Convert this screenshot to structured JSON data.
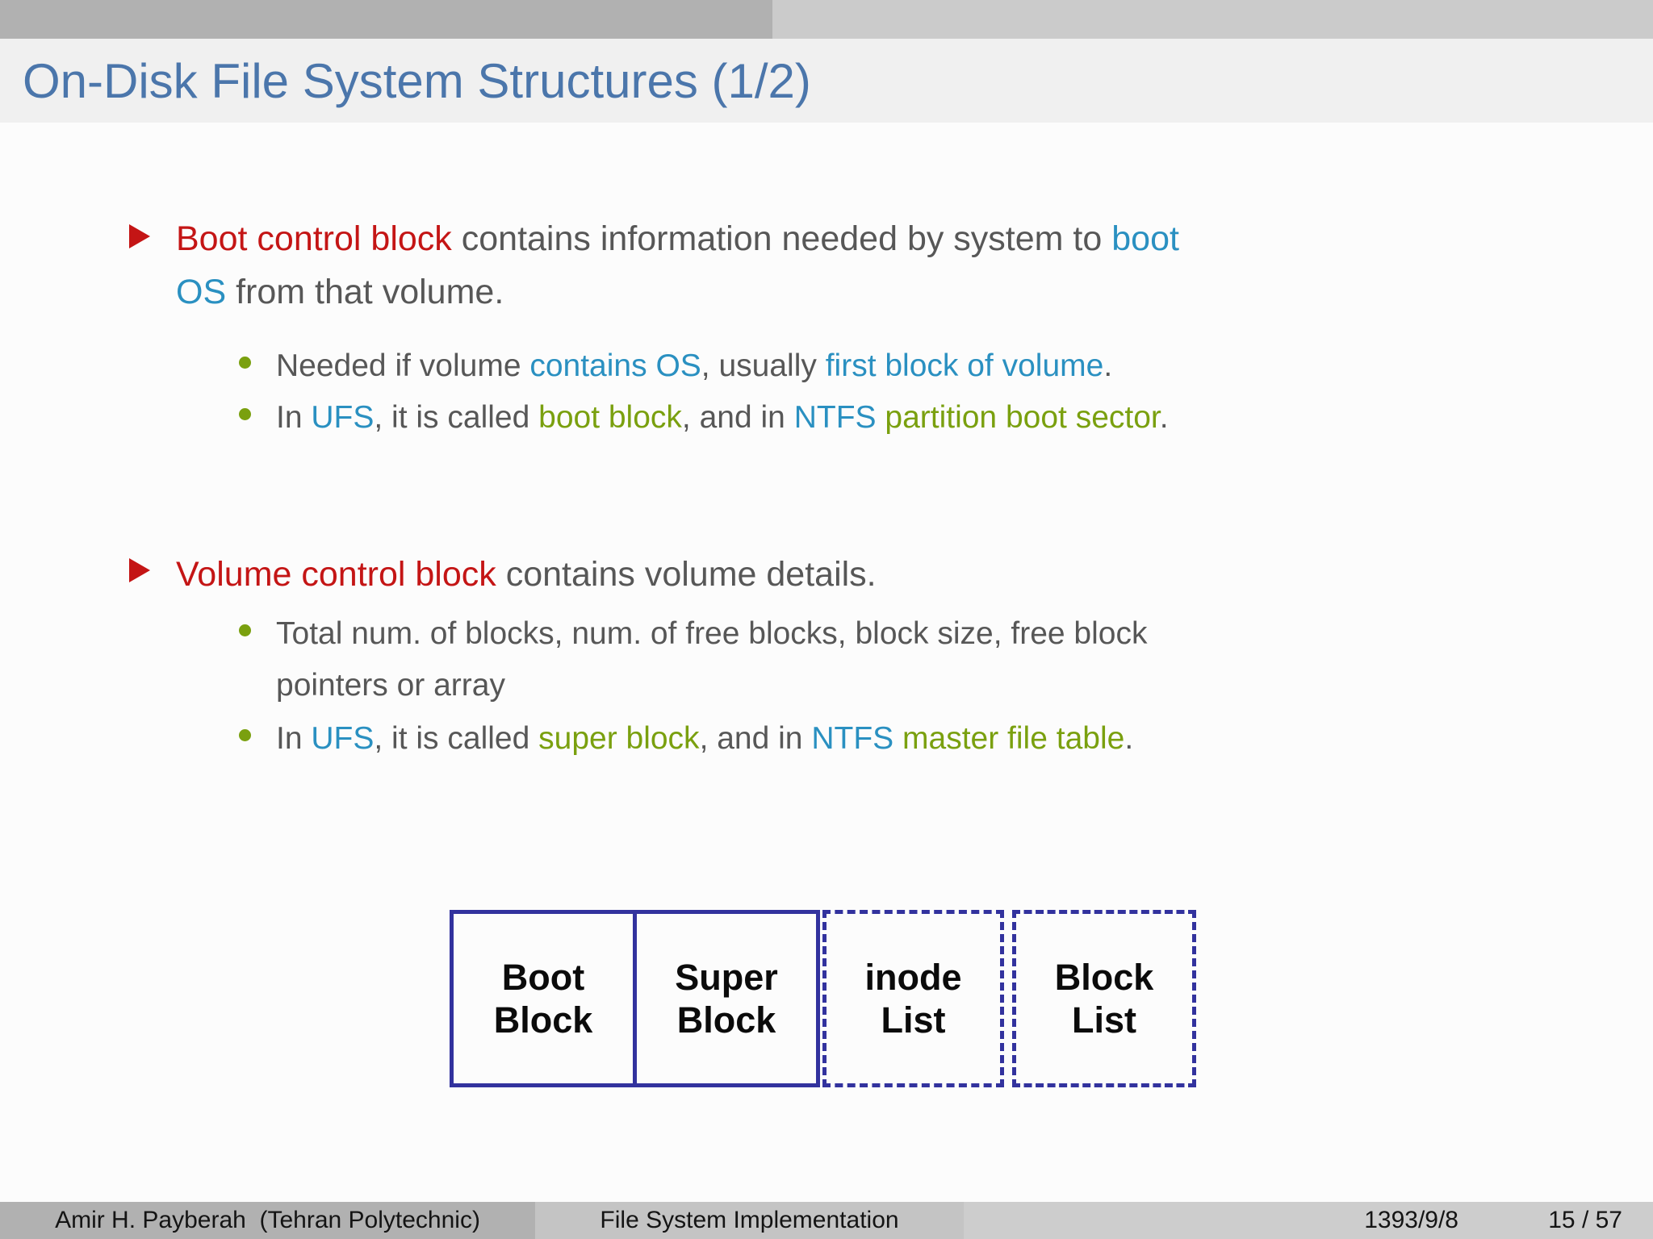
{
  "palette": {
    "title-blue": "#4b76ab",
    "alert-red": "#c41515",
    "hl-cyan": "#2a90c1",
    "hl-green": "#7aa00f",
    "body-gray": "#575757",
    "indigo": "#32329e",
    "bar-dark": "#b1b1b1",
    "bar-top-right": "#cbcbcb",
    "bar-mid": "#c4c4c4",
    "bar-light": "#cdcdcd",
    "band-bg": "#f0f0f0",
    "body-bg": "#fcfcfc",
    "footer-text": "#141414",
    "diagram-text": "#0b0b0b"
  },
  "header": {
    "title": "On-Disk File System Structures (1/2)"
  },
  "content": {
    "item1": {
      "line1": [
        {
          "t": "Boot control block",
          "c": "red"
        },
        {
          "t": " contains information needed by system to ",
          "c": "gray"
        },
        {
          "t": "boot",
          "c": "cyan"
        }
      ],
      "line2": [
        {
          "t": "OS",
          "c": "cyan"
        },
        {
          "t": " from that volume.",
          "c": "gray"
        }
      ],
      "sub1": [
        {
          "t": "Needed if volume ",
          "c": "gray"
        },
        {
          "t": "contains OS",
          "c": "cyan"
        },
        {
          "t": ", usually ",
          "c": "gray"
        },
        {
          "t": "first block of volume",
          "c": "cyan"
        },
        {
          "t": ".",
          "c": "gray"
        }
      ],
      "sub2": [
        {
          "t": "In ",
          "c": "gray"
        },
        {
          "t": "UFS",
          "c": "cyan"
        },
        {
          "t": ", it is called ",
          "c": "gray"
        },
        {
          "t": "boot block",
          "c": "green"
        },
        {
          "t": ", and in ",
          "c": "gray"
        },
        {
          "t": "NTFS",
          "c": "cyan"
        },
        {
          "t": " ",
          "c": "gray"
        },
        {
          "t": "partition boot sector",
          "c": "green"
        },
        {
          "t": ".",
          "c": "gray"
        }
      ]
    },
    "item2": {
      "line1": [
        {
          "t": "Volume control block",
          "c": "red"
        },
        {
          "t": " contains volume details.",
          "c": "gray"
        }
      ],
      "sub1_line1": [
        {
          "t": "Total num. of blocks, num. of free blocks, block size, free block",
          "c": "gray"
        }
      ],
      "sub1_line2": [
        {
          "t": "pointers or array",
          "c": "gray"
        }
      ],
      "sub2": [
        {
          "t": "In ",
          "c": "gray"
        },
        {
          "t": "UFS",
          "c": "cyan"
        },
        {
          "t": ", it is called ",
          "c": "gray"
        },
        {
          "t": "super block",
          "c": "green"
        },
        {
          "t": ", and in ",
          "c": "gray"
        },
        {
          "t": "NTFS",
          "c": "cyan"
        },
        {
          "t": " ",
          "c": "gray"
        },
        {
          "t": "master file table",
          "c": "green"
        },
        {
          "t": ".",
          "c": "gray"
        }
      ]
    }
  },
  "diagram": {
    "cells": [
      {
        "line1": "Boot",
        "line2": "Block",
        "border": "solid"
      },
      {
        "line1": "Super",
        "line2": "Block",
        "border": "solid"
      },
      {
        "line1": "inode",
        "line2": "List",
        "border": "dashed"
      },
      {
        "line1": "Block",
        "line2": "List",
        "border": "dashed"
      }
    ]
  },
  "footer": {
    "author": "Amir H. Payberah  (Tehran Polytechnic)",
    "title": "File System Implementation",
    "date": "1393/9/8",
    "page": "15 / 57"
  }
}
